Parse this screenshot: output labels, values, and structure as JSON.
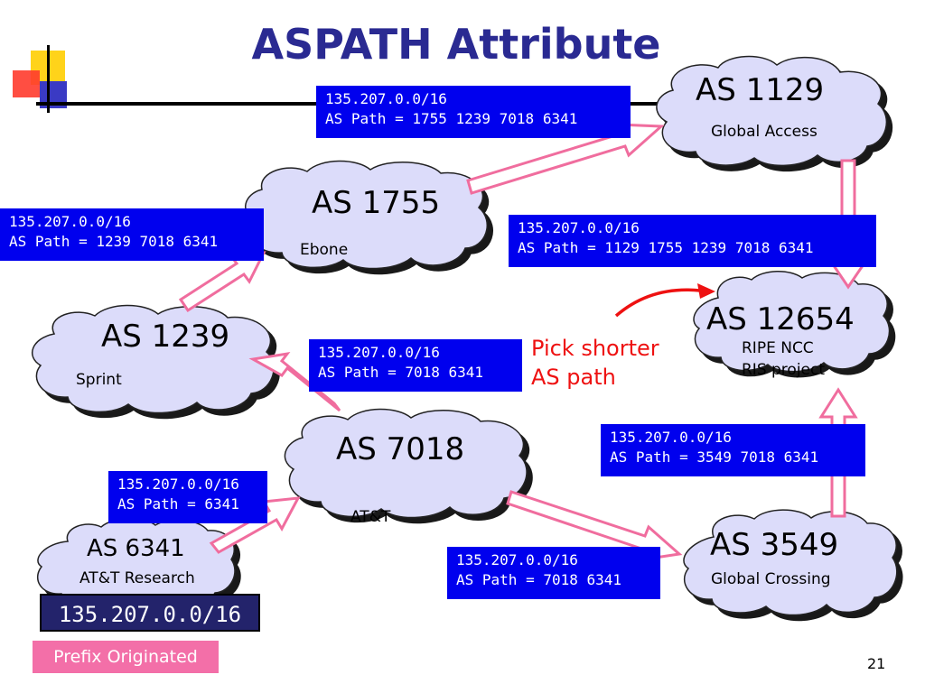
{
  "slide": {
    "title": "ASPATH Attribute",
    "page_number": "21"
  },
  "nodes": {
    "as1129": {
      "name": "AS 1129",
      "sub": "Global Access"
    },
    "as1755": {
      "name": "AS 1755",
      "sub": "Ebone"
    },
    "as1239": {
      "name": "AS 1239",
      "sub": "Sprint"
    },
    "as12654": {
      "name": "AS 12654",
      "sub_line1": "RIPE NCC",
      "sub_line2": "RIS project"
    },
    "as7018": {
      "name": "AS 7018",
      "sub": "AT&T"
    },
    "as3549": {
      "name": "AS 3549",
      "sub": "Global Crossing"
    },
    "as6341": {
      "name": "AS 6341",
      "sub": "AT&T Research"
    }
  },
  "route_boxes": {
    "to_1129": {
      "prefix": "135.207.0.0/16",
      "path": "AS Path = 1755 1239 7018 6341"
    },
    "to_1755": {
      "prefix": "135.207.0.0/16",
      "path": "AS Path = 1239 7018 6341"
    },
    "to_12654_via_1129": {
      "prefix": "135.207.0.0/16",
      "path": "AS Path = 1129 1755 1239 7018 6341"
    },
    "to_1239": {
      "prefix": "135.207.0.0/16",
      "path": "AS Path = 7018 6341"
    },
    "to_12654_via_3549": {
      "prefix": "135.207.0.0/16",
      "path": "AS Path = 3549 7018 6341"
    },
    "to_7018": {
      "prefix": "135.207.0.0/16",
      "path": "AS Path = 6341"
    },
    "to_3549": {
      "prefix": "135.207.0.0/16",
      "path": "AS Path = 7018 6341"
    }
  },
  "origin": {
    "prefix": "135.207.0.0/16",
    "label": "Prefix Originated"
  },
  "annotation": {
    "line1": "Pick shorter",
    "line2": "AS path"
  },
  "colors": {
    "title": "#2a2a92",
    "cloud_fill": "#dcdcfa",
    "box_fill": "#0000ee",
    "arrow_fill": "#ffffff",
    "arrow_stroke": "#f06d9e",
    "pick_text": "#ee1111",
    "origin_label_fill": "#f36fa8"
  }
}
